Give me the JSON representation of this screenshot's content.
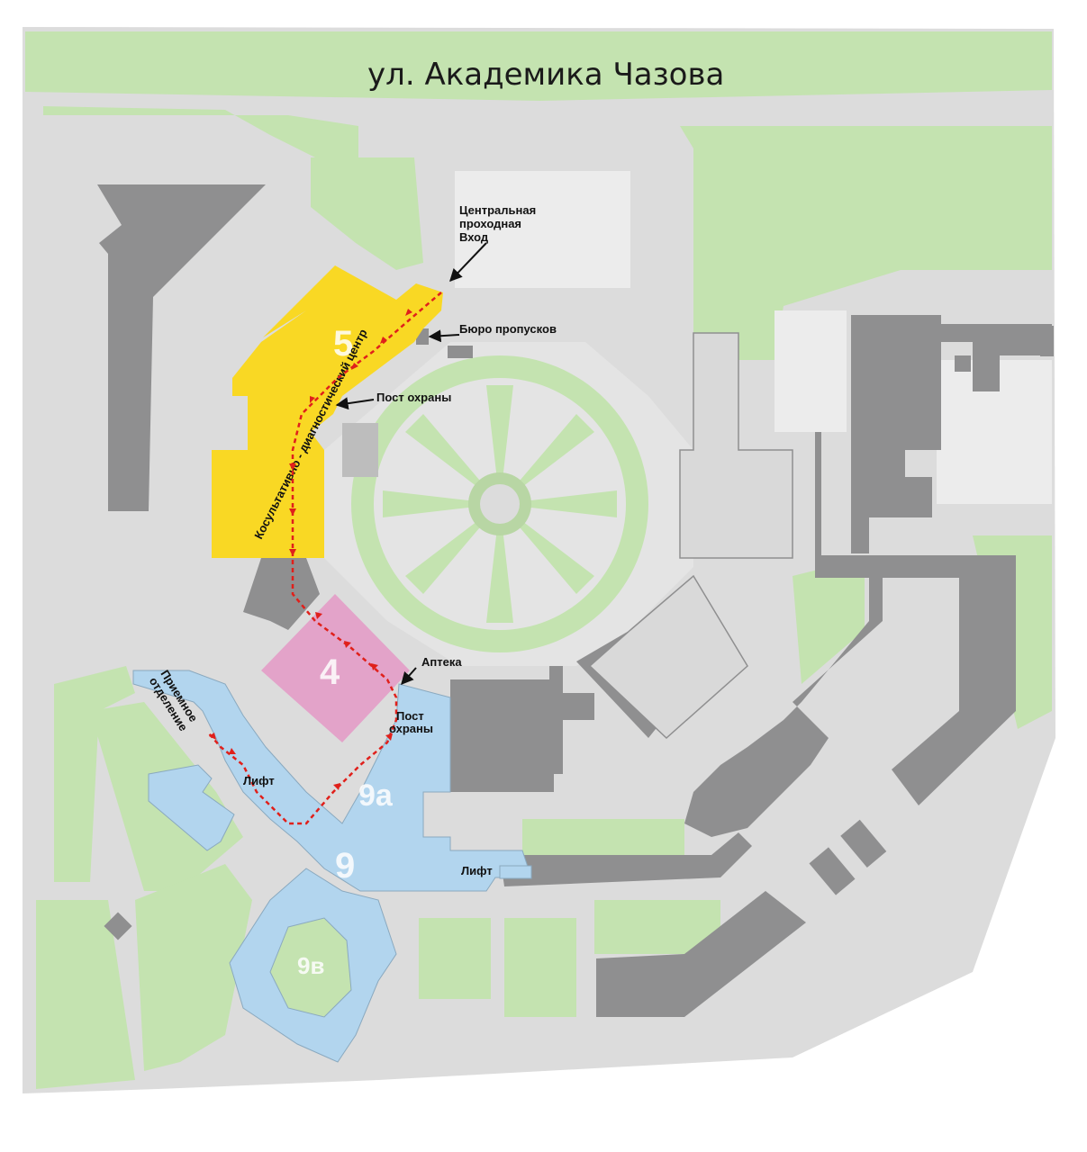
{
  "street": "ул. Академика Чазова",
  "colors": {
    "green": "#c4e3b0",
    "road": "#dcdcdc",
    "gray_building": "#8f8f90",
    "light_building": "#d9d9d9",
    "yellow": "#f9d824",
    "pink": "#e3a3c9",
    "blue": "#b2d5ee",
    "route": "#e0201b"
  },
  "buildings": {
    "b5": "5",
    "b4": "4",
    "b9a": "9а",
    "b9": "9",
    "b9v": "9в",
    "consult_center": "Косультативно - диагностический центр"
  },
  "labels": {
    "main_entrance": [
      "Центральная",
      "проходная",
      "Вход"
    ],
    "pass_office": "Бюро пропусков",
    "security_post_1": "Пост охраны",
    "pharmacy": "Аптека",
    "security_post_2": [
      "Пост",
      "охраны"
    ],
    "reception": [
      "Приемное",
      "отделение"
    ],
    "lift_1": "Лифт",
    "lift_2": "Лифт"
  },
  "icons": [
    "arrow-icon",
    "wheel-plaza-icon"
  ]
}
